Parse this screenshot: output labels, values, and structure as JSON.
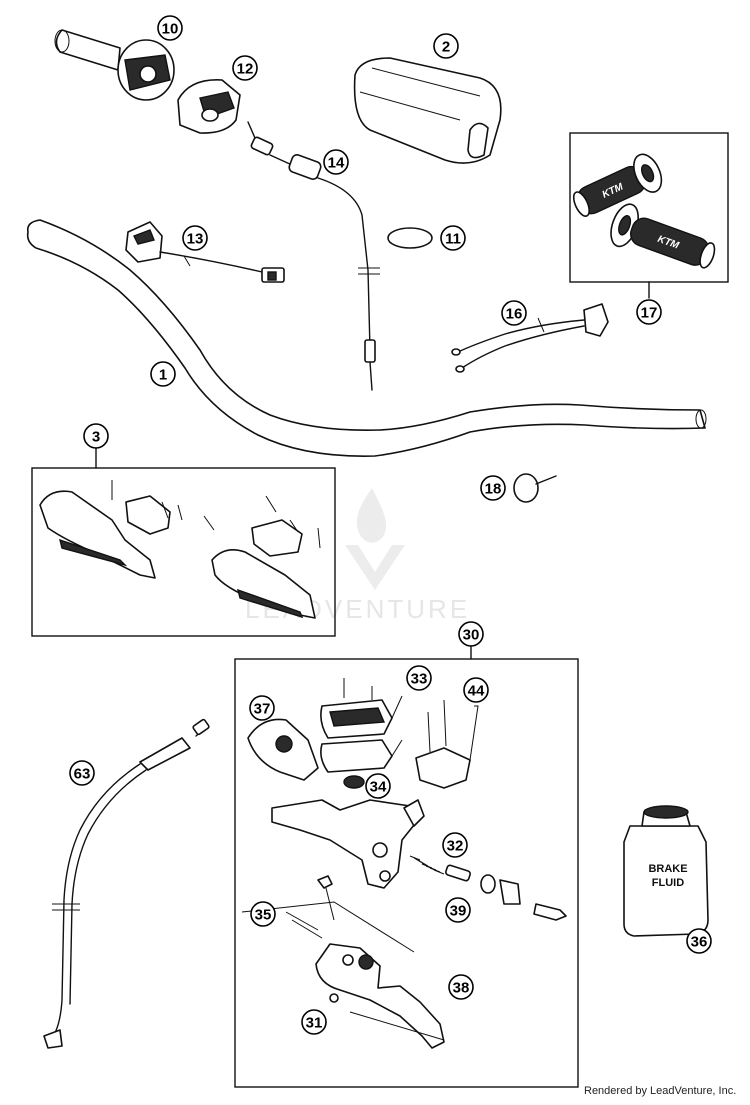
{
  "callouts": [
    {
      "id": "c10",
      "label": "10"
    },
    {
      "id": "c2",
      "label": "2"
    },
    {
      "id": "c12",
      "label": "12"
    },
    {
      "id": "c14",
      "label": "14"
    },
    {
      "id": "c13",
      "label": "13"
    },
    {
      "id": "c11",
      "label": "11"
    },
    {
      "id": "c17",
      "label": "17"
    },
    {
      "id": "c16",
      "label": "16"
    },
    {
      "id": "c1",
      "label": "1"
    },
    {
      "id": "c3",
      "label": "3"
    },
    {
      "id": "c18",
      "label": "18"
    },
    {
      "id": "c30",
      "label": "30"
    },
    {
      "id": "c33",
      "label": "33"
    },
    {
      "id": "c44",
      "label": "44"
    },
    {
      "id": "c37",
      "label": "37"
    },
    {
      "id": "c34",
      "label": "34"
    },
    {
      "id": "c63",
      "label": "63"
    },
    {
      "id": "c32",
      "label": "32"
    },
    {
      "id": "c39",
      "label": "39"
    },
    {
      "id": "c35",
      "label": "35"
    },
    {
      "id": "c38",
      "label": "38"
    },
    {
      "id": "c31",
      "label": "31"
    },
    {
      "id": "c36",
      "label": "36"
    }
  ],
  "fluid_can": {
    "line1": "BRAKE",
    "line2": "FLUID"
  },
  "grip_brand": "KTM",
  "watermark": "LEADVENTURE",
  "credit": "Rendered by LeadVenture, Inc."
}
